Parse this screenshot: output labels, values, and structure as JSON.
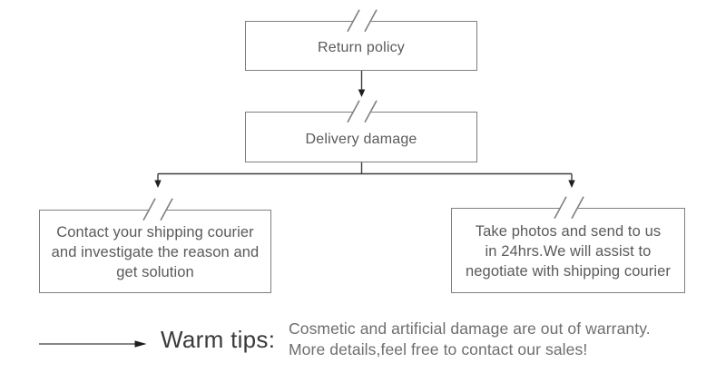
{
  "nodes": {
    "return_policy": {
      "label": "Return policy"
    },
    "delivery_damage": {
      "label": "Delivery damage"
    },
    "contact_courier": {
      "line1": "Contact your shipping courier",
      "line2": "and investigate the reason and",
      "line3": "get solution"
    },
    "take_photos": {
      "line1": "Take photos and send to us",
      "line2": "in 24hrs.We will assist to",
      "line3": "negotiate with shipping courier"
    }
  },
  "warm_tips": {
    "label": "Warm tips:",
    "line1": "Cosmetic and artificial damage are out of warranty.",
    "line2": "More details,feel free to contact our sales!"
  },
  "colors": {
    "background": "#ffffff",
    "box_border": "#7f7f7f",
    "box_text": "#5a5a5c",
    "connector": "#3d3d3d",
    "arrowhead": "#1f1f1f",
    "warm_tips_text": "#3a3a3a",
    "note_text": "#6e6e6e"
  }
}
